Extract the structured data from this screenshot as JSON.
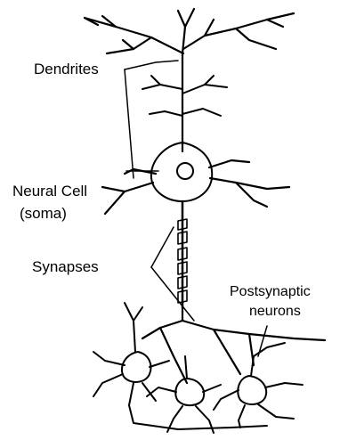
{
  "labels": {
    "dendrites": "Dendrites",
    "neural_cell_line1": "Neural Cell",
    "neural_cell_line2": "(soma)",
    "synapses": "Synapses",
    "postsynaptic_line1": "Postsynaptic",
    "postsynaptic_line2": "neurons"
  },
  "colors": {
    "ink": "#000000",
    "background": "#ffffff"
  }
}
